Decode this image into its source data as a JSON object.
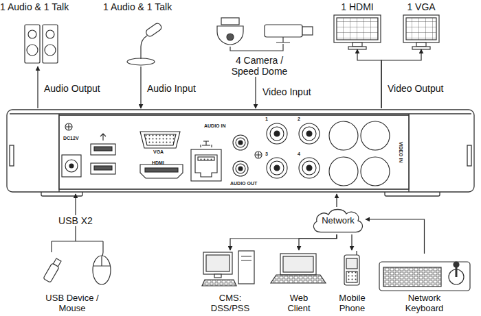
{
  "diagram": {
    "nodes": [
      {
        "text": [
          "1 Audio & 1 Talk"
        ]
      },
      {
        "text": [
          "1 Audio & 1 Talk"
        ]
      },
      {
        "text": [
          "4 Camera / Speed Dome"
        ]
      },
      {
        "text": [
          "1 HDMI"
        ]
      },
      {
        "text": [
          "1 VGA"
        ]
      },
      {
        "text": [
          "DC12V",
          "VGA",
          "HDMI",
          "AUDIO IN",
          "AUDIO OUT",
          "VIDEO IN"
        ]
      },
      {
        "text": [
          "USB Device / Mouse"
        ]
      },
      {
        "text": [
          "Network"
        ]
      },
      {
        "text": [
          "CMS: DSS/PSS"
        ]
      },
      {
        "text": [
          "Web Client"
        ]
      },
      {
        "text": [
          "Mobile Phone"
        ]
      },
      {
        "text": [
          "Network Keyboard"
        ]
      }
    ],
    "edges": [
      {
        "from": 5,
        "to": 0,
        "arrow": "to",
        "label": "Audio Output"
      },
      {
        "from": 1,
        "to": 5,
        "arrow": "to",
        "label": "Audio Input"
      },
      {
        "from": 2,
        "to": 5,
        "arrow": "to",
        "label": "Video Input"
      },
      {
        "from": 5,
        "to": 3,
        "arrow": "to",
        "label": "Video Output"
      },
      {
        "from": 5,
        "to": 4,
        "arrow": "to"
      },
      {
        "from": 6,
        "to": 5,
        "arrow": "to",
        "label": "USB X2"
      },
      {
        "from": 7,
        "to": 5,
        "arrow": "to"
      },
      {
        "from": 7,
        "to": 8,
        "arrow": "to"
      },
      {
        "from": 7,
        "to": 9,
        "arrow": "to"
      },
      {
        "from": 7,
        "to": 10,
        "arrow": "to"
      },
      {
        "from": 11,
        "to": 7,
        "arrow": "to"
      }
    ],
    "labels": [
      "1",
      "2",
      "3",
      "4"
    ]
  }
}
